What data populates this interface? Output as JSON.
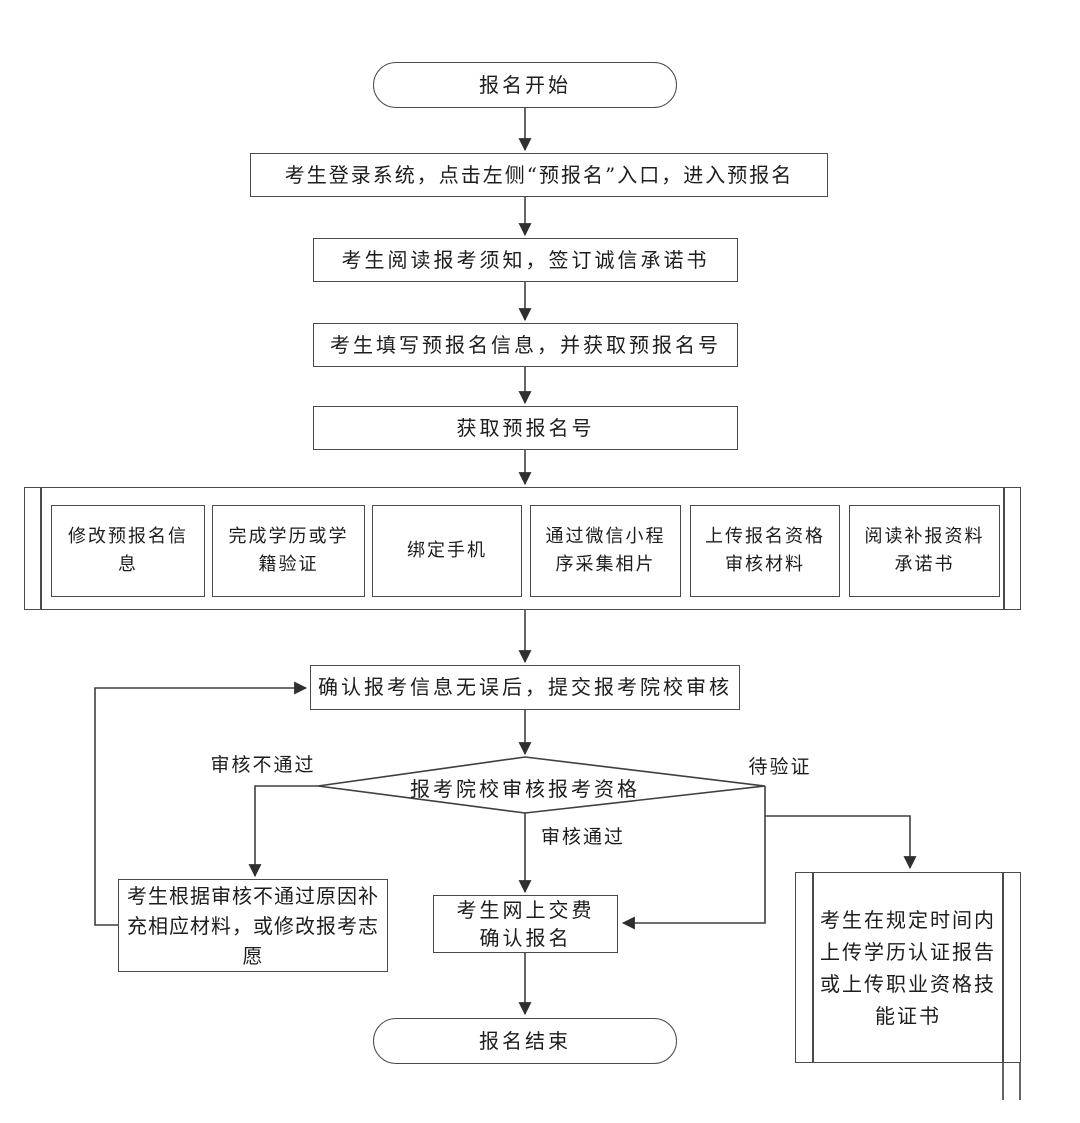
{
  "nodes": {
    "start": {
      "label": "报名开始"
    },
    "login": {
      "label": "考生登录系统，点击左侧“预报名”入口，进入预报名"
    },
    "read": {
      "label": "考生阅读报考须知，签订诚信承诺书"
    },
    "fill": {
      "label": "考生填写预报名信息，并获取预报名号"
    },
    "get_number": {
      "label": "获取预报名号"
    },
    "parallel": {
      "items": [
        {
          "label": "修改预报名信息"
        },
        {
          "label": "完成学历或学籍验证"
        },
        {
          "label": "绑定手机"
        },
        {
          "label": "通过微信小程序采集相片"
        },
        {
          "label": "上传报名资格审核材料"
        },
        {
          "label": "阅读补报资料承诺书"
        }
      ]
    },
    "confirm": {
      "label": "确认报考信息无误后，提交报考院校审核"
    },
    "decision": {
      "label": "报考院校审核报考资格"
    },
    "fix_materials": {
      "label": "考生根据审核不通过原因补充相应材料，或修改报考志愿"
    },
    "pay": {
      "line1": "考生网上交费",
      "line2": "确认报名"
    },
    "upload_cert": {
      "label": "考生在规定时间内上传学历认证报告或上传职业资格技能证书"
    },
    "end": {
      "label": "报名结束"
    }
  },
  "edge_labels": {
    "fail": "审核不通过",
    "pass": "审核通过",
    "pending": "待验证"
  },
  "colors": {
    "line": "#3f3f3f",
    "border": "#4a4a4a",
    "text": "#1d1d1d",
    "background": "#ffffff"
  }
}
